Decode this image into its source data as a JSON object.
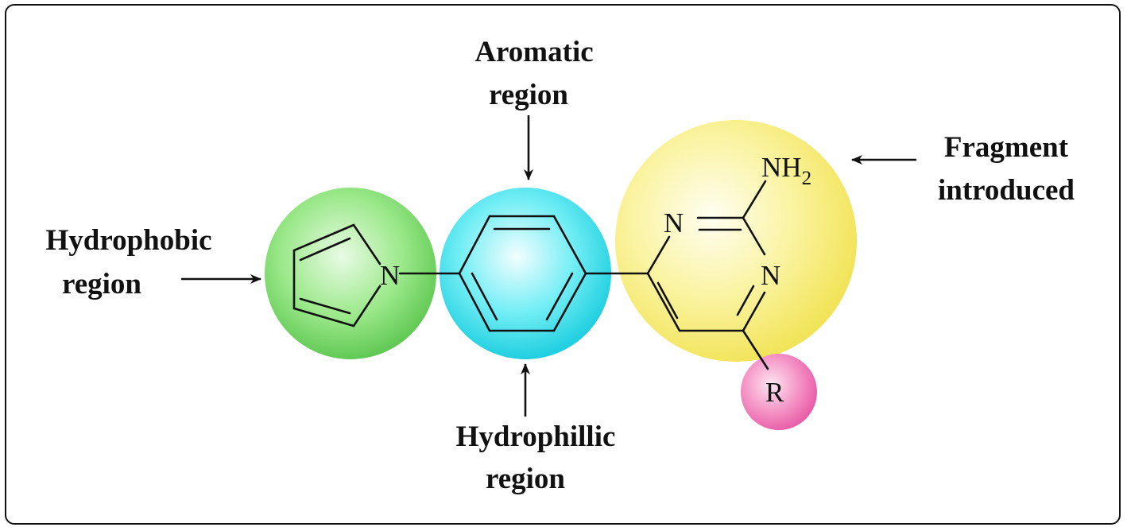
{
  "labels": {
    "hydrophobic_line1": "Hydrophobic",
    "hydrophobic_line2": "region",
    "aromatic_line1": "Aromatic",
    "aromatic_line2": "region",
    "hydrophillic_line1": "Hydrophillic",
    "hydrophillic_line2": "region",
    "fragment_line1": "Fragment",
    "fragment_line2": "introduced"
  },
  "atoms": {
    "pyrrole_n": "N",
    "pyrimidine_n1": "N",
    "pyrimidine_n3": "N",
    "amine": "NH",
    "amine_subscript": "2",
    "substituent": "R"
  },
  "colors": {
    "hydrophobic_region": "#7fdc6e",
    "aromatic_region": "#4fe3ee",
    "fragment_region": "#f7ee6a",
    "substituent_region": "#f07ab8"
  }
}
